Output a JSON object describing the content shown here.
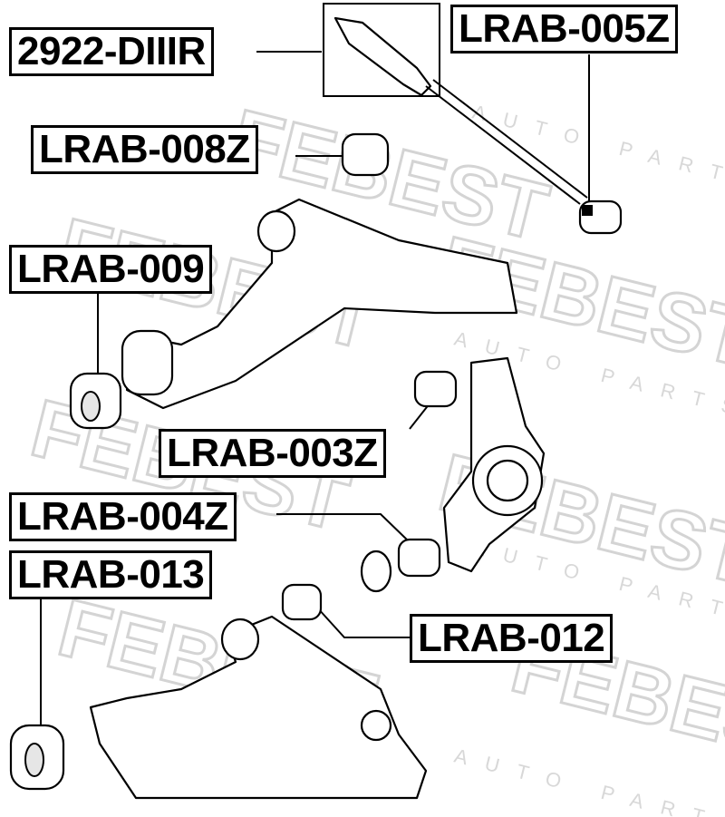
{
  "watermark": {
    "brand": "FEBEST",
    "subtitle": "AUTO PARTS"
  },
  "labels": {
    "tie_rod": "2922-DIIIR",
    "bushing_005z": "LRAB-005Z",
    "bushing_008z": "LRAB-008Z",
    "bushing_009": "LRAB-009",
    "bushing_003z": "LRAB-003Z",
    "bushing_004z": "LRAB-004Z",
    "bushing_013": "LRAB-013",
    "bushing_012": "LRAB-012"
  }
}
